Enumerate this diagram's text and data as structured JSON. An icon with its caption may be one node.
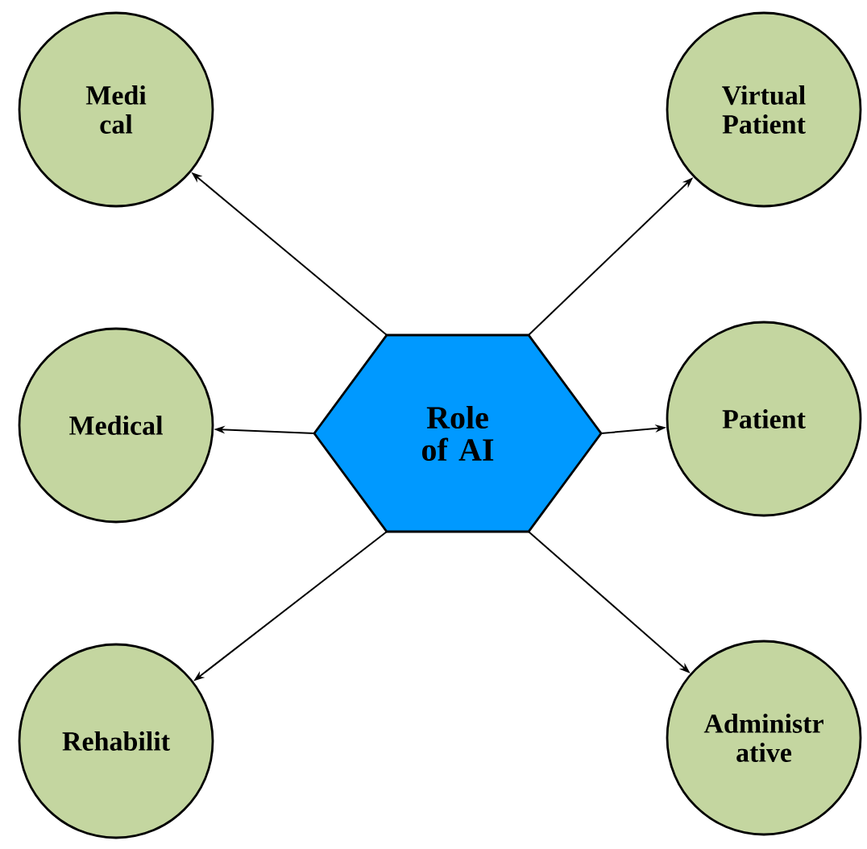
{
  "diagram": {
    "nodes": [
      {
        "text": [
          "Medi cal"
        ]
      },
      {
        "text": [
          "Virtual Patient"
        ]
      },
      {
        "text": [
          "Medical"
        ]
      },
      {
        "text": [
          "Patient"
        ]
      },
      {
        "text": [
          "Rehabilit"
        ]
      },
      {
        "text": [
          "Administr ative"
        ]
      },
      {
        "text": [
          "Role of AI"
        ]
      }
    ],
    "edges": [
      {
        "from": 6,
        "to": 0,
        "arrow": "to"
      },
      {
        "from": 6,
        "to": 1,
        "arrow": "to"
      },
      {
        "from": 6,
        "to": 2,
        "arrow": "to"
      },
      {
        "from": 6,
        "to": 3,
        "arrow": "to"
      },
      {
        "from": 6,
        "to": 4,
        "arrow": "to"
      },
      {
        "from": 6,
        "to": 5,
        "arrow": "to"
      }
    ]
  }
}
